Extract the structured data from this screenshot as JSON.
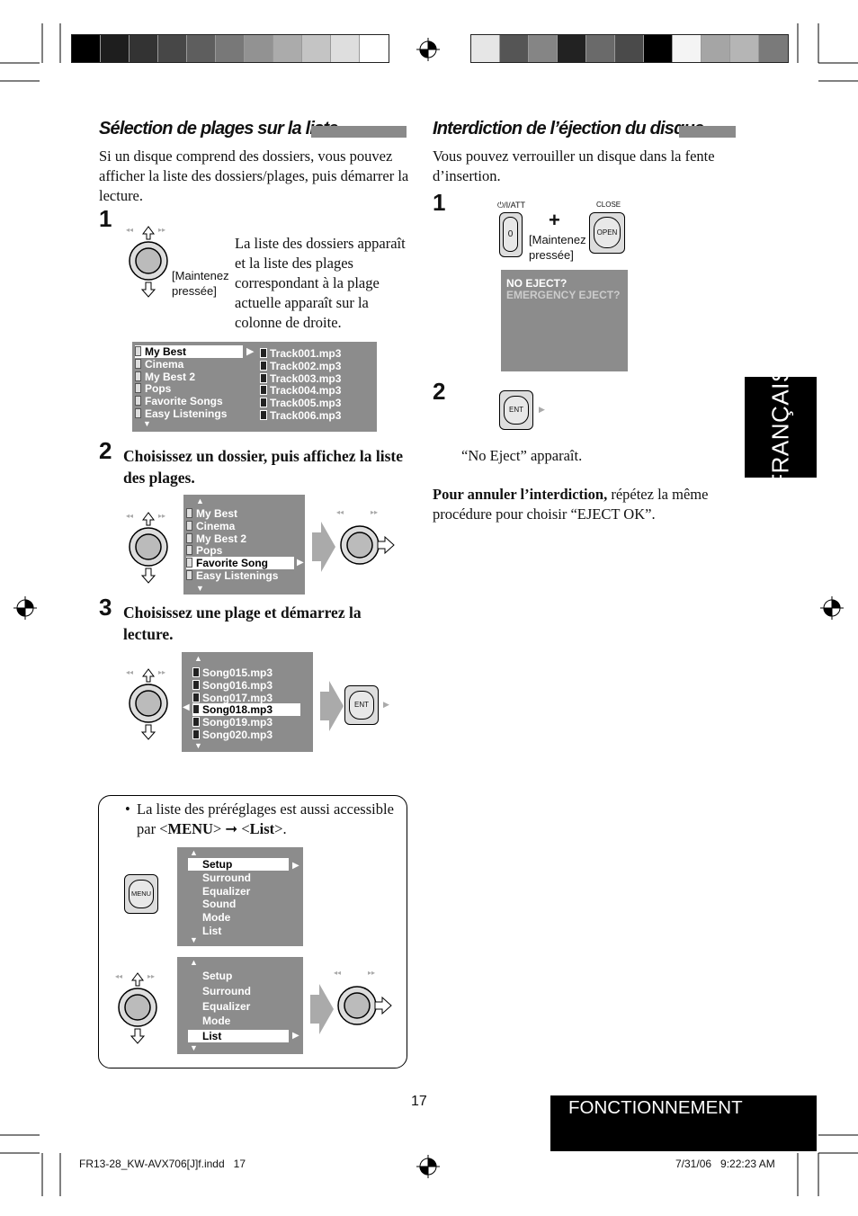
{
  "left": {
    "heading": "Sélection de plages sur la liste",
    "intro": "Si un disque comprend des dossiers, vous pouvez afficher la liste des dossiers/plages, puis démarrer la lecture.",
    "step1_num": "1",
    "step1_hold": "[Maintenez pressée]",
    "step1_desc": "La liste des dossiers apparaît et la liste des plages correspondant à la plage actuelle apparaît sur la colonne de droite.",
    "screen1_folders": [
      "My Best",
      "Cinema",
      "My Best 2",
      "Pops",
      "Favorite Songs",
      "Easy Listenings"
    ],
    "screen1_tracks": [
      "Track001.mp3",
      "Track002.mp3",
      "Track003.mp3",
      "Track004.mp3",
      "Track005.mp3",
      "Track006.mp3"
    ],
    "step2_num": "2",
    "step2_text": "Choisissez un dossier, puis affichez la liste des plages.",
    "screen2_folders": [
      "My Best",
      "Cinema",
      "My Best 2",
      "Pops",
      "Favorite Song",
      "Easy Listenings"
    ],
    "step3_num": "3",
    "step3_text": "Choisissez une plage et démarrez la lecture.",
    "screen3_songs": [
      "Song015.mp3",
      "Song016.mp3",
      "Song017.mp3",
      "Song018.mp3",
      "Song019.mp3",
      "Song020.mp3"
    ],
    "ent_label": "ENT"
  },
  "note": {
    "bullet_pre": "La liste des préréglages est aussi accessible par <",
    "menu": "MENU",
    "mid": "> ",
    "arrow": "➞",
    "lt": " <",
    "list": "List",
    "end": ">.",
    "menu_btn": "MENU",
    "screen_a": [
      "Setup",
      "Surround",
      "Equalizer",
      "Sound",
      "Mode",
      "List"
    ],
    "screen_b": [
      "Setup",
      "Surround",
      "Equalizer",
      "Mode",
      "List"
    ]
  },
  "right": {
    "heading": "Interdiction de l’éjection du disque",
    "intro": "Vous pouvez verrouiller un disque dans la fente d’insertion.",
    "step1_num": "1",
    "power_label": "⏻/I/ATT",
    "close_label": "CLOSE",
    "open_label": "OPEN",
    "plus": "+",
    "hold": "[Maintenez pressée]",
    "screen_line1": "NO EJECT?",
    "screen_line2": "EMERGENCY EJECT?",
    "step2_num": "2",
    "ent_label": "ENT",
    "no_eject": "“No Eject” apparaît.",
    "cancel_bold": "Pour annuler l’interdiction,",
    "cancel_rest": " répétez la même procédure pour choisir “EJECT OK”."
  },
  "side_tab": "FRANÇAIS",
  "footer": {
    "page_number": "17",
    "section": "FONCTIONNEMENT",
    "file": "FR13-28_KW-AVX706[J]f.indd   17",
    "date": "7/31/06   9:22:23 AM"
  },
  "colors": {
    "bar_left": [
      "#000000",
      "#1e1e1e",
      "#333333",
      "#474747",
      "#5e5e5e",
      "#787878",
      "#929292",
      "#ababab",
      "#c4c4c4",
      "#dedede",
      "#ffffff"
    ],
    "bar_right": [
      "#e6e6e6",
      "#555555",
      "#858585",
      "#222222",
      "#6a6a6a",
      "#4a4a4a",
      "#000000",
      "#f4f4f4",
      "#a5a5a5",
      "#b5b5b5",
      "#7a7a7a"
    ]
  }
}
